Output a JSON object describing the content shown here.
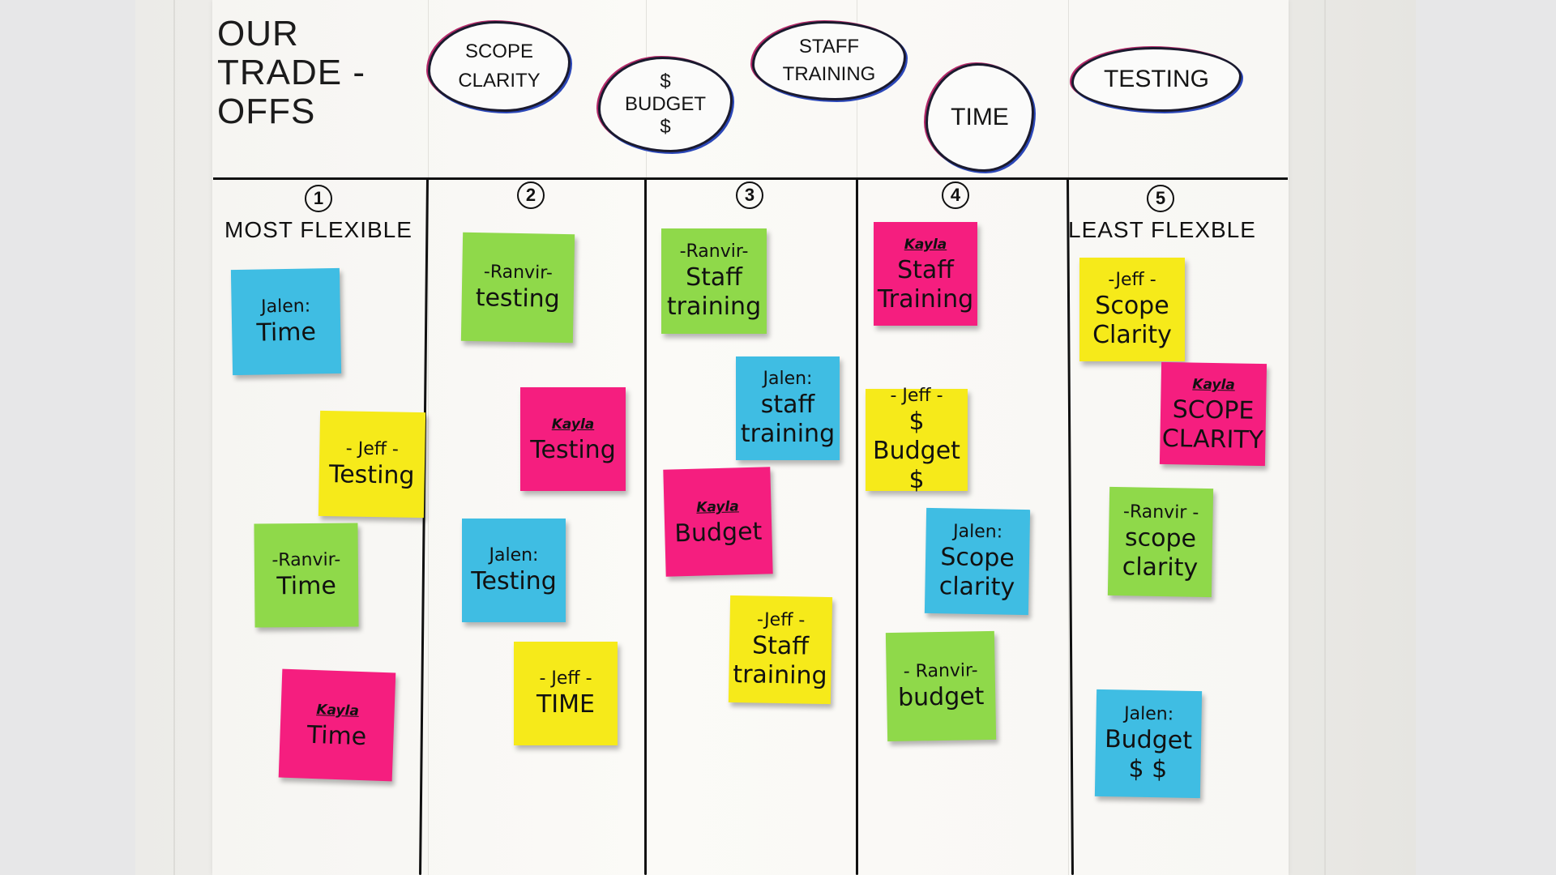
{
  "board": {
    "title": "OUR\nTRADE -\nOFFS",
    "clouds": [
      "SCOPE\nCLARITY",
      "$\nBUDGET\n$",
      "STAFF\nTRAINING",
      "TIME",
      "TESTING"
    ]
  },
  "columns": [
    {
      "number": "1",
      "label": "MOST FLEXIBLE"
    },
    {
      "number": "2",
      "label": ""
    },
    {
      "number": "3",
      "label": ""
    },
    {
      "number": "4",
      "label": ""
    },
    {
      "number": "5",
      "label": "LEAST FLEXBLE"
    }
  ],
  "notes": [
    {
      "who": "Jalen:",
      "what": "Time",
      "color": "#3fbde3"
    },
    {
      "who": "- Jeff -",
      "what": "Testing",
      "color": "#f6ea1a"
    },
    {
      "who": "-Ranvir-",
      "what": "Time",
      "color": "#8fd94a"
    },
    {
      "who": "Kayla",
      "what": "Time",
      "color": "#f51e7f"
    },
    {
      "who": "-Ranvir-",
      "what": "testing",
      "color": "#8fd94a"
    },
    {
      "who": "Kayla",
      "what": "Testing",
      "color": "#f51e7f"
    },
    {
      "who": "Jalen:",
      "what": "Testing",
      "color": "#3fbde3"
    },
    {
      "who": "- Jeff -",
      "what": "TIME",
      "color": "#f6ea1a"
    },
    {
      "who": "-Ranvir-",
      "what": "Staff\ntraining",
      "color": "#8fd94a"
    },
    {
      "who": "Jalen:",
      "what": "staff\ntraining",
      "color": "#3fbde3"
    },
    {
      "who": "Kayla",
      "what": "Budget",
      "color": "#f51e7f"
    },
    {
      "who": "-Jeff -",
      "what": "Staff\ntraining",
      "color": "#f6ea1a"
    },
    {
      "who": "Kayla",
      "what": "Staff\nTraining",
      "color": "#f51e7f"
    },
    {
      "who": "- Jeff -",
      "what": "$\nBudget\n$",
      "color": "#f6ea1a"
    },
    {
      "who": "Jalen:",
      "what": "Scope\nclarity",
      "color": "#3fbde3"
    },
    {
      "who": "- Ranvir-",
      "what": "budget",
      "color": "#8fd94a"
    },
    {
      "who": "-Jeff -",
      "what": "Scope\nClarity",
      "color": "#f6ea1a"
    },
    {
      "who": "Kayla",
      "what": "SCOPE\nCLARITY",
      "color": "#f51e7f"
    },
    {
      "who": "-Ranvir -",
      "what": "scope\nclarity",
      "color": "#8fd94a"
    },
    {
      "who": "Jalen:",
      "what": "Budget\n$ $",
      "color": "#3fbde3"
    }
  ]
}
